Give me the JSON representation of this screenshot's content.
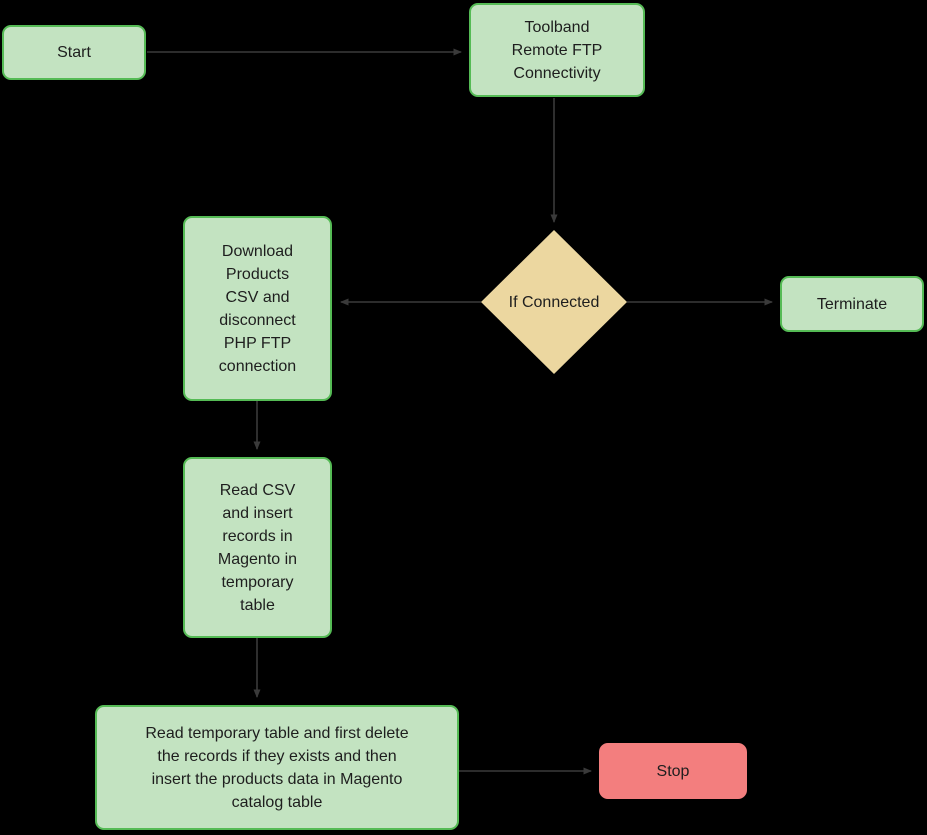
{
  "diagram": {
    "background": "#000000",
    "text_color": "#1e1e1e",
    "connector": {
      "color": "#3a3a3a",
      "width": 1.6
    },
    "nodes": {
      "start": {
        "label": "Start",
        "shape": "rounded-rect",
        "fill": "#c3e3c1",
        "border": "#55bb55"
      },
      "toolband": {
        "label": "Toolband Remote FTP Connectivity",
        "shape": "rounded-rect",
        "fill": "#c3e3c1",
        "border": "#55bb55"
      },
      "decision": {
        "label": "If Connected",
        "shape": "diamond",
        "fill": "#ecd7a0",
        "border": "#ecd7a0"
      },
      "download": {
        "label": "Download Products CSV and disconnect PHP FTP connection",
        "shape": "rounded-rect",
        "fill": "#c3e3c1",
        "border": "#55bb55"
      },
      "terminate": {
        "label": "Terminate",
        "shape": "rounded-rect",
        "fill": "#c3e3c1",
        "border": "#55bb55"
      },
      "read_csv": {
        "label": "Read CSV and insert records in Magento in temporary table",
        "shape": "rounded-rect",
        "fill": "#c3e3c1",
        "border": "#55bb55"
      },
      "read_temp": {
        "label": "Read temporary table and first delete the records if they exists and then insert the products data in Magento catalog table",
        "shape": "rounded-rect",
        "fill": "#c3e3c1",
        "border": "#55bb55"
      },
      "stop": {
        "label": "Stop",
        "shape": "rounded-rect",
        "fill": "#f37e7e",
        "border": "#f37e7e"
      }
    },
    "edges": [
      {
        "from": "start",
        "to": "toolband",
        "points": [
          [
            147,
            52
          ],
          [
            461,
            52
          ]
        ]
      },
      {
        "from": "toolband",
        "to": "decision",
        "points": [
          [
            554,
            98
          ],
          [
            554,
            222
          ]
        ]
      },
      {
        "from": "decision",
        "to": "download",
        "points": [
          [
            481,
            302
          ],
          [
            341,
            302
          ]
        ]
      },
      {
        "from": "decision",
        "to": "terminate",
        "points": [
          [
            627,
            302
          ],
          [
            772,
            302
          ]
        ]
      },
      {
        "from": "download",
        "to": "read_csv",
        "points": [
          [
            257,
            401
          ],
          [
            257,
            449
          ]
        ]
      },
      {
        "from": "read_csv",
        "to": "read_temp",
        "points": [
          [
            257,
            638
          ],
          [
            257,
            697
          ]
        ]
      },
      {
        "from": "read_temp",
        "to": "stop",
        "points": [
          [
            459,
            771
          ],
          [
            591,
            771
          ]
        ]
      }
    ]
  }
}
